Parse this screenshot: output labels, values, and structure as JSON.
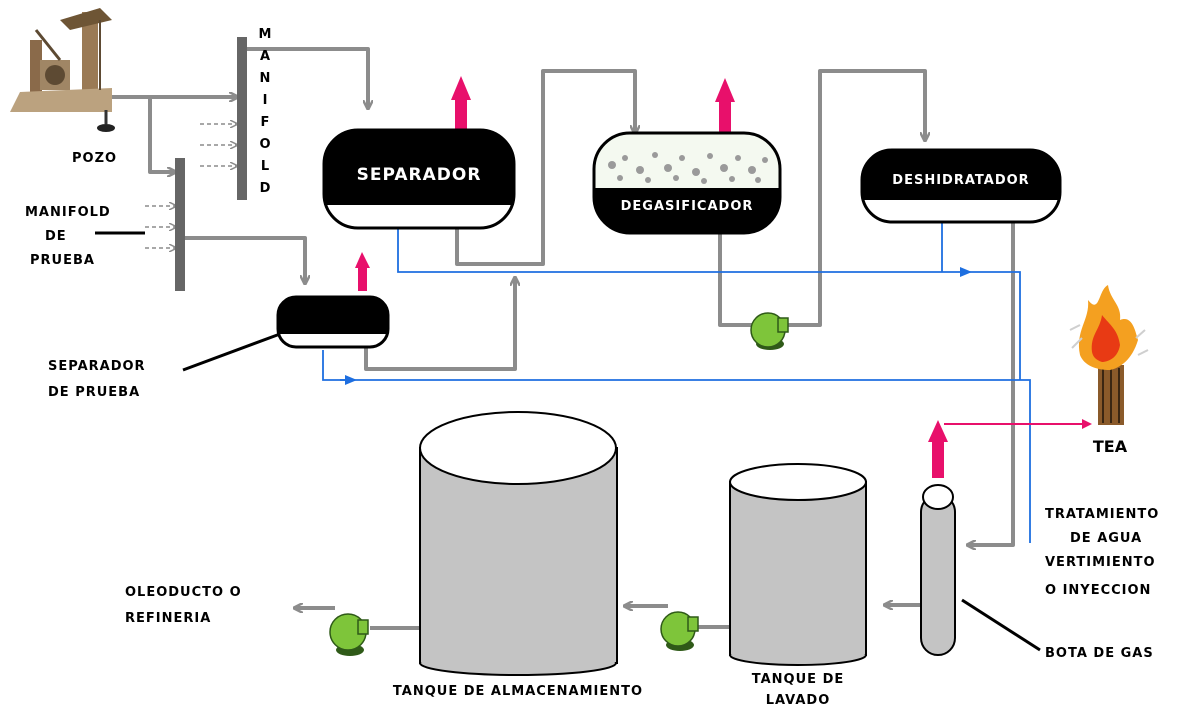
{
  "labels": {
    "pozo": "POZO",
    "manifold_vertical": "MANIFOLD",
    "manifold_prueba_1": "MANIFOLD",
    "manifold_prueba_2": "DE",
    "manifold_prueba_3": "PRUEBA",
    "separador": "SEPARADOR",
    "degasificador": "DEGASIFICADOR",
    "deshidratador": "DESHIDRATADOR",
    "separador_prueba_1": "SEPARADOR",
    "separador_prueba_2": "DE PRUEBA",
    "tea": "TEA",
    "tratamiento_1": "TRATAMIENTO",
    "tratamiento_2": "DE AGUA",
    "tratamiento_3": "VERTIMIENTO",
    "tratamiento_4": "O INYECCION",
    "bota_gas": "BOTA DE GAS",
    "oleoducto_1": "OLEODUCTO O",
    "oleoducto_2": "REFINERIA",
    "tanque_almacenamiento": "TANQUE DE ALMACENAMIENTO",
    "tanque_lavado_1": "TANQUE DE",
    "tanque_lavado_2": "LAVADO"
  },
  "colors": {
    "pipe_gray": "#8c8c8c",
    "water_blue": "#1e6fe0",
    "gas_arrow": "#e8106b",
    "tank_gray": "#c4c4c4",
    "pump_green": "#7ec53a",
    "vessel_black": "#000000"
  },
  "icons": {
    "well": "pumpjack-icon",
    "flare": "flare-icon",
    "pump": "pump-icon"
  }
}
